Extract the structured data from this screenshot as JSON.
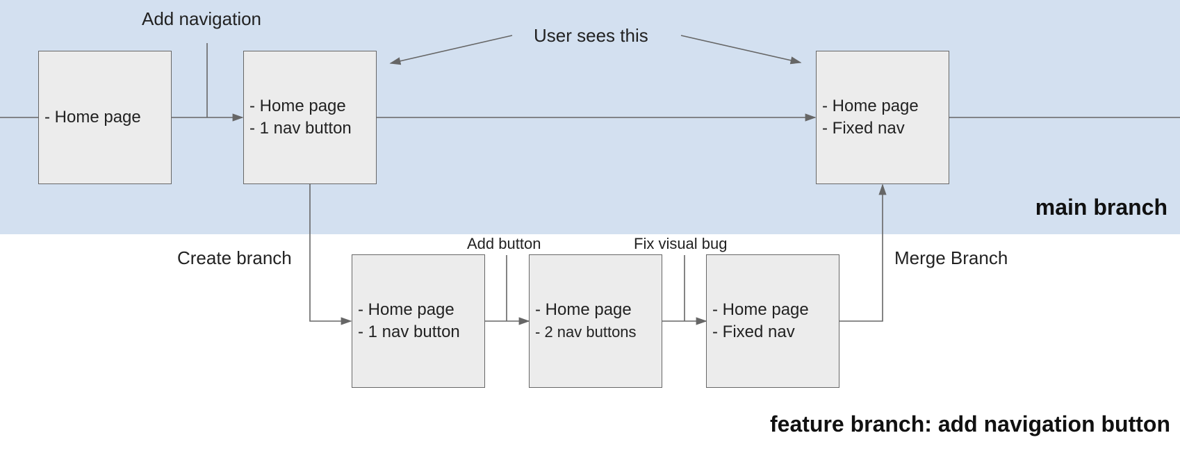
{
  "diagram": {
    "colors": {
      "main_band": "#d3e0f0",
      "box_fill": "#ececec",
      "stroke": "#666666"
    },
    "main_branch": {
      "label": "main branch",
      "commits": [
        {
          "line1": "- Home page",
          "line2": ""
        },
        {
          "line1": "- Home page",
          "line2": "- 1 nav button"
        },
        {
          "line1": "- Home page",
          "line2": "- Fixed nav"
        }
      ],
      "annotations": {
        "add_navigation": "Add navigation",
        "user_sees_this": "User sees this"
      }
    },
    "feature_branch": {
      "label": "feature branch: add navigation button",
      "commits": [
        {
          "line1": "- Home page",
          "line2": "- 1 nav button"
        },
        {
          "line1": "- Home page",
          "line2": "- 2 nav buttons"
        },
        {
          "line1": "- Home page",
          "line2": "- Fixed nav"
        }
      ],
      "annotations": {
        "create_branch": "Create branch",
        "add_button": "Add button",
        "fix_visual_bug": "Fix visual bug",
        "merge_branch": "Merge Branch"
      }
    }
  }
}
